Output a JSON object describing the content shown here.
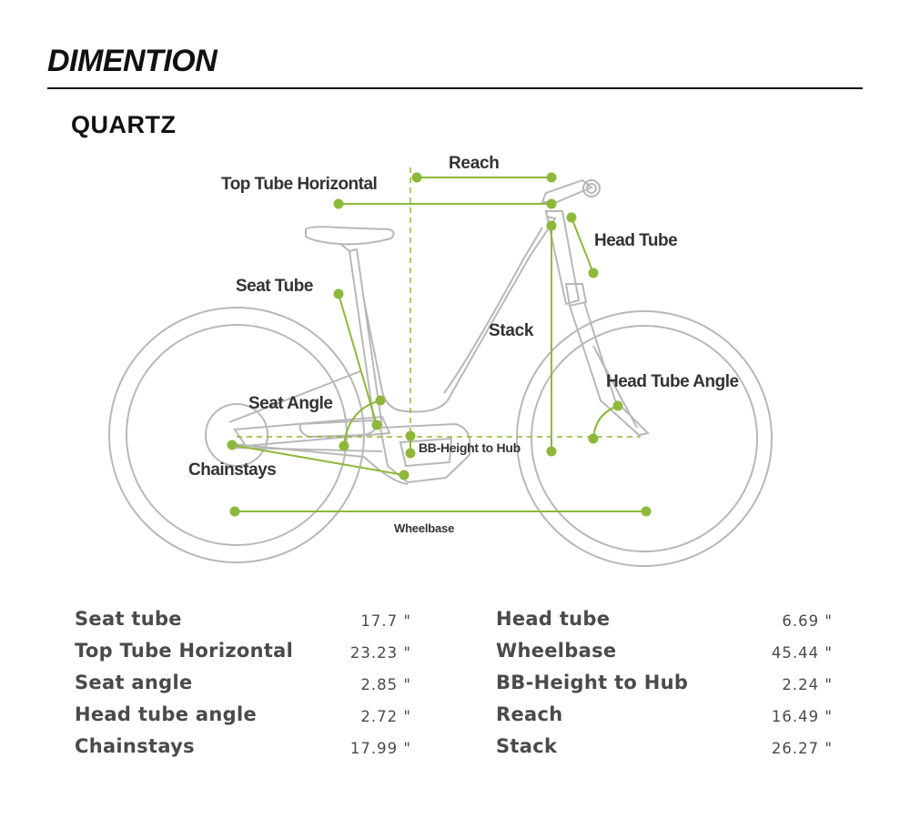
{
  "heading": "DIMENTION",
  "model": "QUARTZ",
  "colors": {
    "accent": "#8db83a",
    "frame": "#b8b8b8",
    "text": "#333333"
  },
  "diagram_labels": {
    "reach": "Reach",
    "top_tube_horizontal": "Top Tube Horizontal",
    "head_tube": "Head Tube",
    "seat_tube": "Seat Tube",
    "stack": "Stack",
    "head_tube_angle": "Head Tube Angle",
    "seat_angle": "Seat Angle",
    "bb_height_to_hub": "BB-Height to Hub",
    "chainstays": "Chainstays",
    "wheelbase": "Wheelbase"
  },
  "specs": {
    "left": [
      {
        "name": "Seat tube",
        "value": "17.7 \""
      },
      {
        "name": "Top Tube Horizontal",
        "value": "23.23 \""
      },
      {
        "name": "Seat angle",
        "value": "2.85 \""
      },
      {
        "name": "Head tube angle",
        "value": "2.72 \""
      },
      {
        "name": "Chainstays",
        "value": "17.99 \""
      }
    ],
    "right": [
      {
        "name": "Head tube",
        "value": "6.69 \""
      },
      {
        "name": "Wheelbase",
        "value": "45.44 \""
      },
      {
        "name": "BB-Height to Hub",
        "value": "2.24 \""
      },
      {
        "name": "Reach",
        "value": "16.49 \""
      },
      {
        "name": "Stack",
        "value": "26.27 \""
      }
    ]
  }
}
